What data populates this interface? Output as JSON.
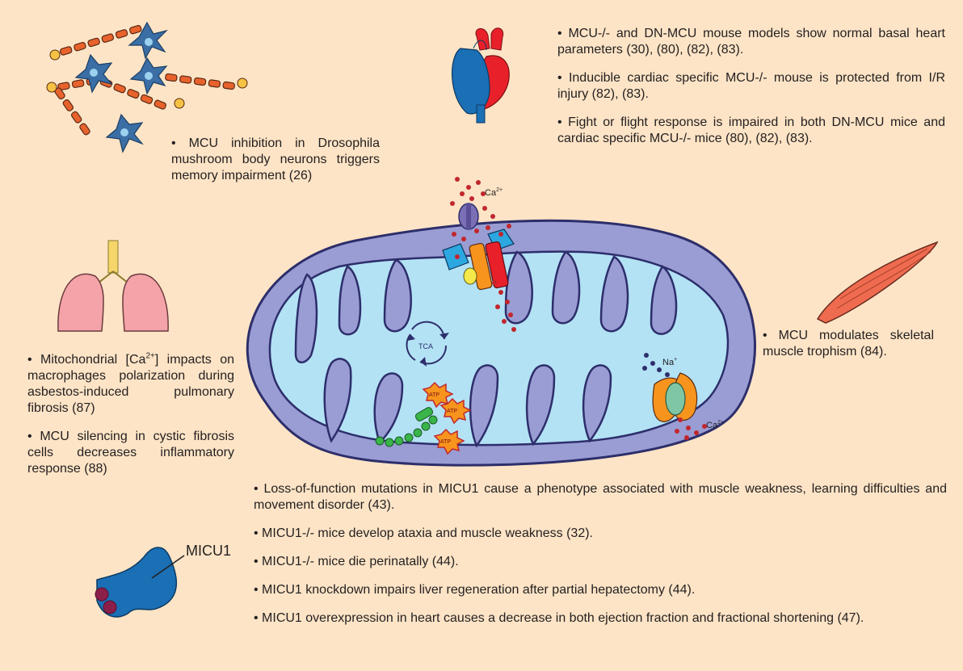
{
  "colors": {
    "background": "#fde4c6",
    "mito_outer": "#9a9dd3",
    "mito_matrix": "#b3e2f5",
    "neuron": "#3a6ea5",
    "axon_segment": "#e8622c",
    "heart_red": "#e8202a",
    "heart_blue": "#1a6fb5",
    "lung": "#f4a3a8",
    "trachea": "#f6d56b",
    "muscle": "#ef6b4f",
    "calcium_dots": "#c1272d",
    "atp_star": "#f7941d",
    "atp_synthase": "#39b54a",
    "micu1_protein": "#1a6fb5",
    "micu1_ef_hands": "#c1272d"
  },
  "icons": [
    "neuron-icon",
    "heart-icon",
    "lungs-icon",
    "skeletal-muscle-icon",
    "micu1-protein-icon",
    "mitochondrion-icon"
  ],
  "neuron": {
    "text": "• MCU inhibition in Drosophila mushroom body neurons triggers memory impairment (26)"
  },
  "heart": {
    "bullets": [
      "• MCU-/- and DN-MCU mouse models show normal basal heart parameters (30), (80), (82), (83).",
      "• Inducible cardiac specific MCU-/- mouse is protected from I/R injury (82), (83).",
      "• Fight or flight response is impaired in both DN-MCU mice and cardiac specific MCU-/- mice (80), (82), (83)."
    ]
  },
  "lungs": {
    "bullet1_prefix": "• Mitochondrial [Ca",
    "bullet1_sup": "2+",
    "bullet1_suffix": "] impacts on macrophages polarization during asbestos-induced pulmonary fibrosis (87)",
    "bullet2": "• MCU silencing in cystic fibrosis cells decreases inflammatory response (88)"
  },
  "muscle": {
    "text": "• MCU modulates skeletal muscle trophism (84)."
  },
  "micu1": {
    "label": "MICU1",
    "bullets": [
      "• Loss-of-function mutations in MICU1 cause a phenotype associated with muscle weakness, learning difficulties and movement disorder (43).",
      "• MICU1-/- mice develop ataxia and muscle weakness (32).",
      "• MICU1-/- mice die perinatally (44).",
      "• MICU1 knockdown impairs liver regeneration after partial hepatectomy (44).",
      "• MICU1 overexpression in heart causes a decrease in both ejection fraction and fractional shortening (47)."
    ]
  },
  "mito": {
    "ca_label": "Ca",
    "ca_sup": "2+",
    "na_label": "Na",
    "na_sup": "+",
    "tca_label": "TCA",
    "atp_label": "ATP"
  }
}
